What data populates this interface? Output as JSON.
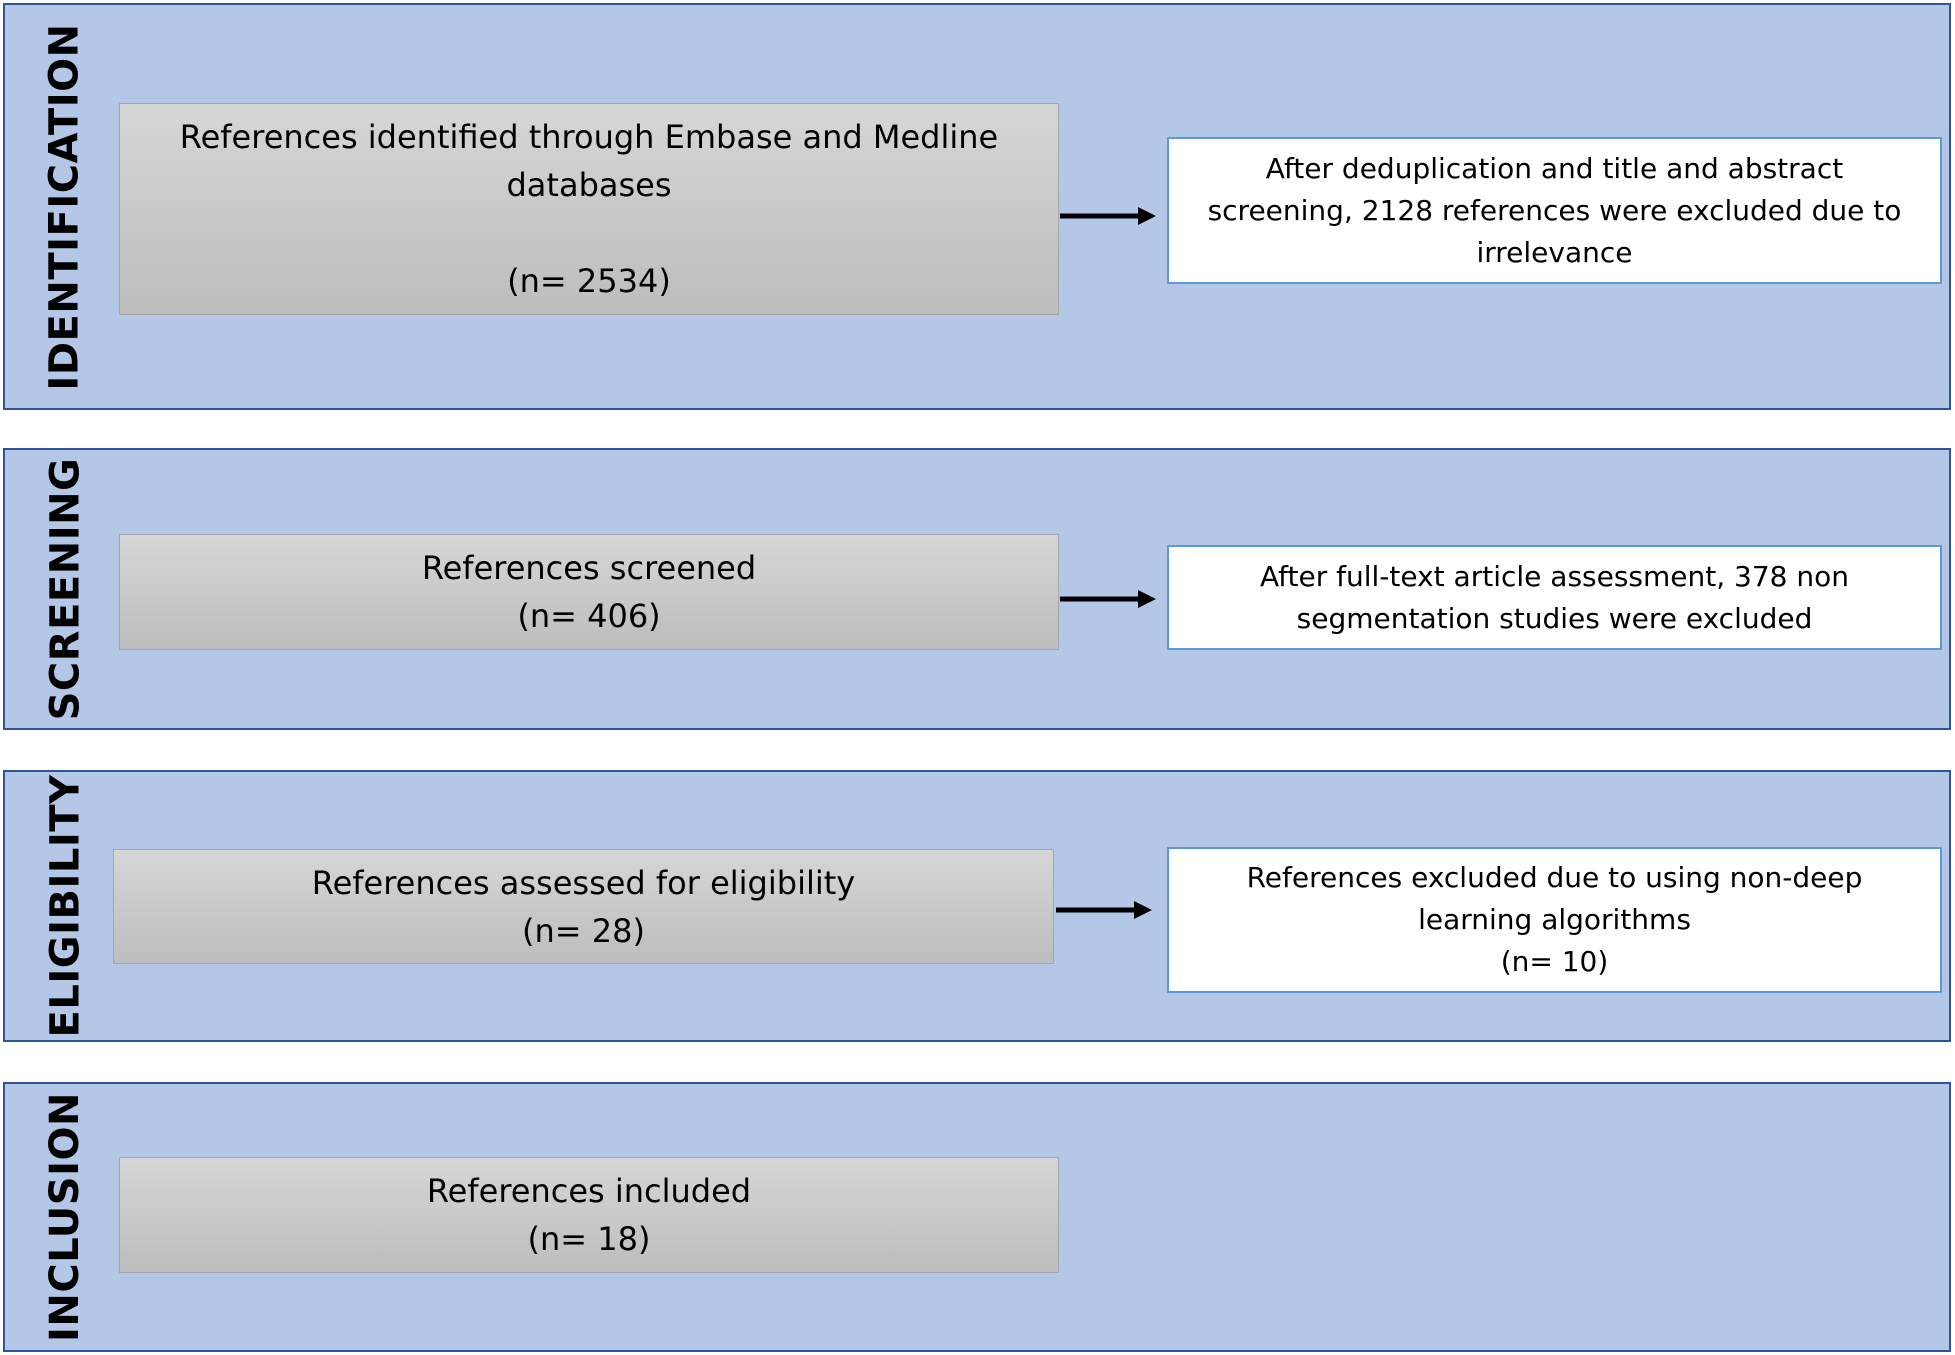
{
  "stages": [
    {
      "label": "IDENTIFICATION"
    },
    {
      "label": "SCREENING"
    },
    {
      "label": "ELIGIBILITY"
    },
    {
      "label": "INCLUSION"
    }
  ],
  "identification": {
    "main_line1": "References identified through Embase and Medline",
    "main_line2": "databases",
    "main_count": "(n= 2534)",
    "excluded_line1": "After deduplication and title and abstract",
    "excluded_line2": "screening, 2128 references were excluded due to",
    "excluded_line3": "irrelevance"
  },
  "screening": {
    "main_line1": "References screened",
    "main_count": "(n= 406)",
    "excluded_line1": "After full-text article assessment, 378 non",
    "excluded_line2": "segmentation studies were excluded"
  },
  "eligibility": {
    "main_line1": "References assessed for eligibility",
    "main_count": "(n= 28)",
    "excluded_line1": "References excluded due to using non-deep",
    "excluded_line2": "learning algorithms",
    "excluded_count": "(n= 10)"
  },
  "inclusion": {
    "main_line1": "References included",
    "main_count": "(n= 18)"
  },
  "colors": {
    "band_fill": "#b4c7e7",
    "band_border": "#2f5597",
    "grey_box_fill": "#c9c9c9",
    "white_box_border": "#5b9bd5"
  }
}
